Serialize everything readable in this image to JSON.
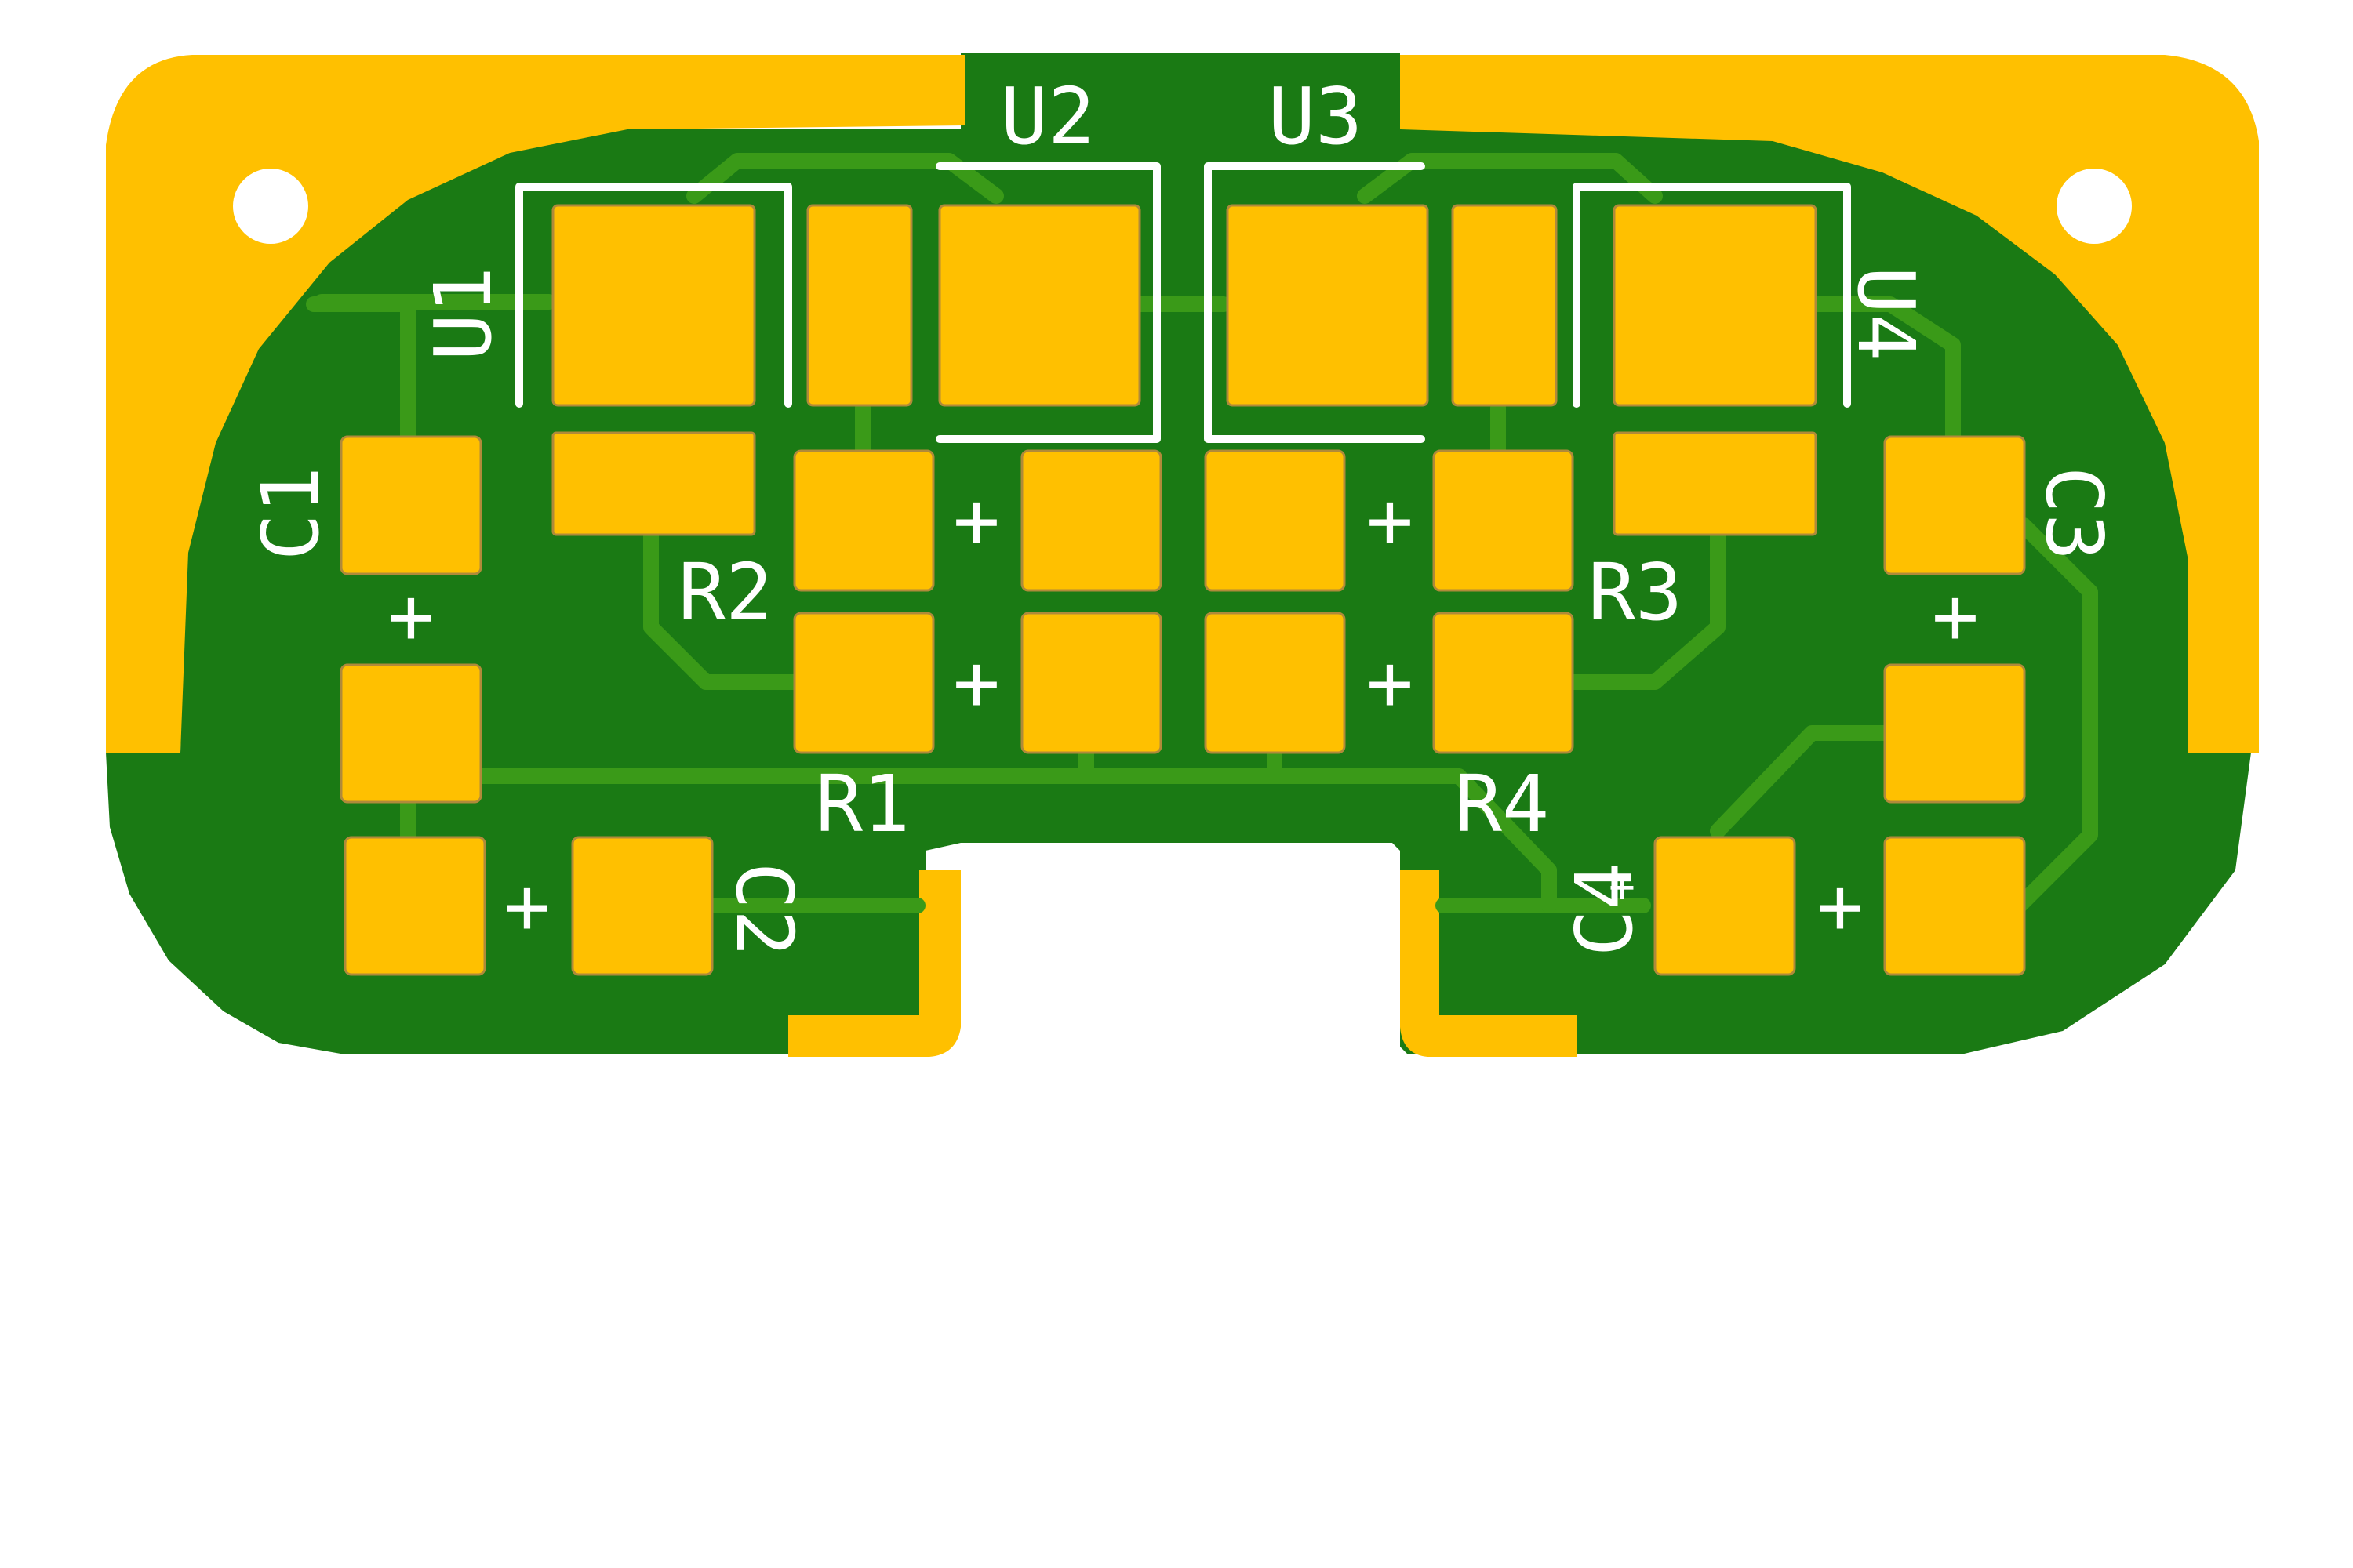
{
  "colors": {
    "background": "#ffffff",
    "board_green": "#1a7a14",
    "trace_green": "#3a9a18",
    "copper_gold": "#ffc000",
    "pad_outline": "#b08a3a",
    "silkscreen": "#ffffff",
    "hole": "#ffffff"
  },
  "labels": {
    "u1": "U1",
    "u2": "U2",
    "u3": "U3",
    "u4": "U4",
    "r1": "R1",
    "r2": "R2",
    "r3": "R3",
    "r4": "R4",
    "c1": "C1",
    "c2": "C2",
    "c3": "C3",
    "c4": "C4",
    "plus": "+"
  }
}
